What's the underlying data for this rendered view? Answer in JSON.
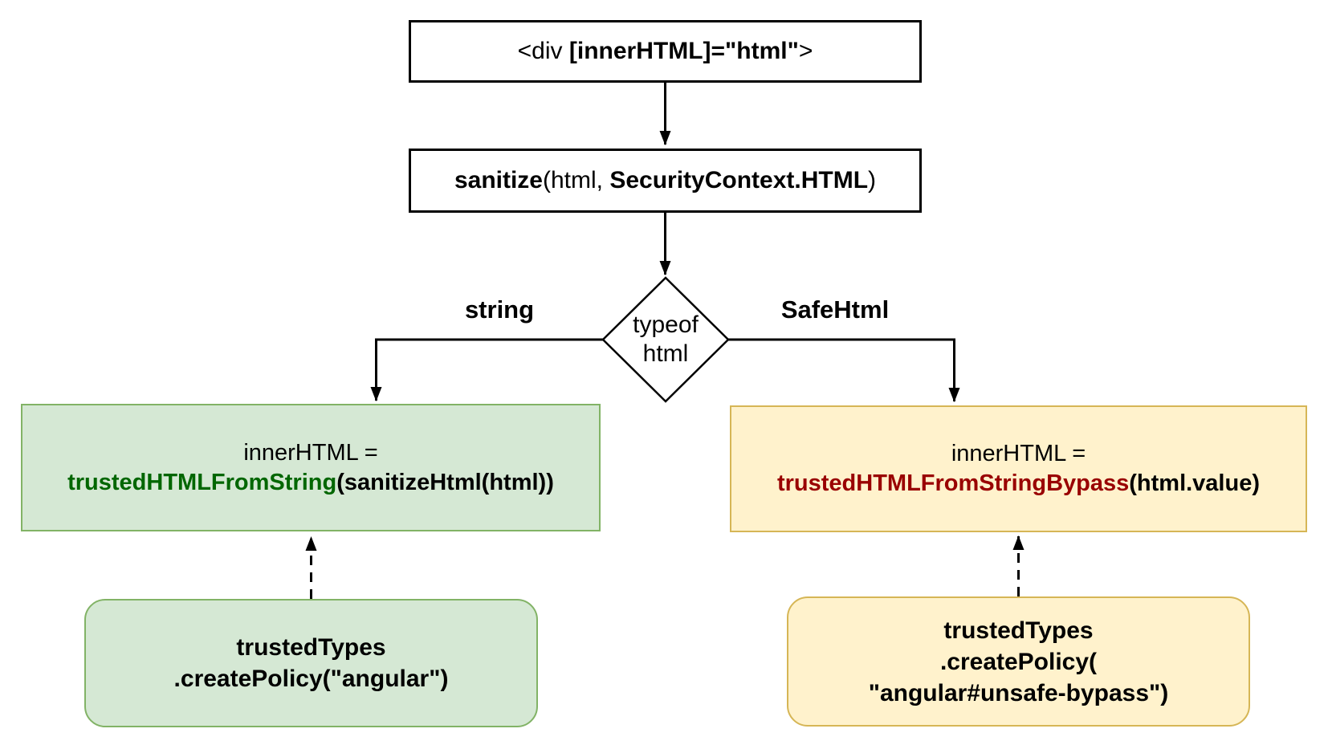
{
  "flowchart": {
    "template_node": {
      "pre": "<div ",
      "binding": "[innerHTML]=\"html\"",
      "post": ">"
    },
    "sanitize_node": {
      "fn": "sanitize",
      "open": "(html, ",
      "arg": "SecurityContext.HTML",
      "close": ")"
    },
    "decision_node": {
      "line1": "typeof",
      "line2": "html"
    },
    "branches": {
      "left_label": "string",
      "right_label": "SafeHtml"
    },
    "string_result_node": {
      "assign": "innerHTML =",
      "fn": "trustedHTMLFromString",
      "args": "(sanitizeHtml(html))"
    },
    "safehtml_result_node": {
      "assign": "innerHTML =",
      "fn": "trustedHTMLFromStringBypass",
      "args": "(html.value)"
    },
    "angular_policy_node": {
      "line1": "trustedTypes",
      "line2": ".createPolicy(\"angular\")"
    },
    "bypass_policy_node": {
      "line1": "trustedTypes",
      "line2": ".createPolicy(",
      "line3": "\"angular#unsafe-bypass\")"
    },
    "colors": {
      "safe_fill": "#d5e8d4",
      "safe_border": "#82b366",
      "safe_fn_text": "#006600",
      "bypass_fill": "#fff2cc",
      "bypass_border": "#d6b656",
      "bypass_fn_text": "#990000",
      "stroke": "#000000",
      "node_fill": "#ffffff"
    }
  }
}
